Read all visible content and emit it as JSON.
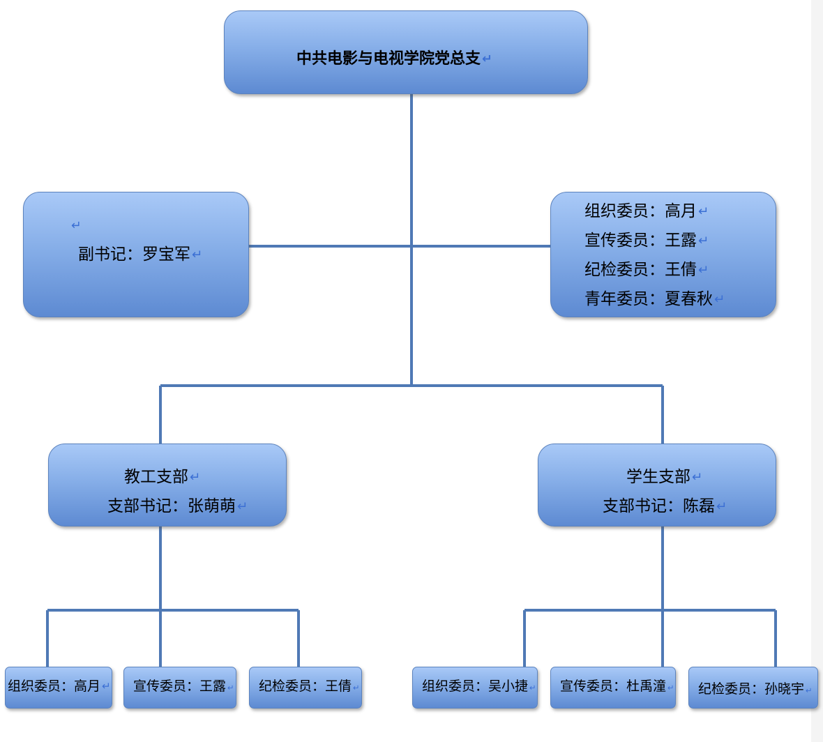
{
  "paragraph_mark": "↵",
  "root": {
    "title": "中共电影与电视学院党总支"
  },
  "deputy": {
    "label": "副书记：罗宝军"
  },
  "committee": {
    "lines": [
      "组织委员：高月",
      "宣传委员：王露",
      "纪检委员：王倩",
      "青年委员：夏春秋"
    ]
  },
  "faculty_branch": {
    "name": "教工支部",
    "secretary": "支部书记：张萌萌",
    "members": [
      "组织委员：高月",
      "宣传委员：王露",
      "纪检委员：王倩"
    ]
  },
  "student_branch": {
    "name": "学生支部",
    "secretary": "支部书记：陈磊",
    "members": [
      "组织委员：吴小捷",
      "宣传委员：杜禹潼",
      "纪检委员：孙晓宇"
    ]
  },
  "colors": {
    "box_top": "#a9c9f7",
    "box_bottom": "#5d8ad2",
    "border": "#5b82bd",
    "connector": "#4f79b5",
    "paragraph_mark": "#3b6fd4"
  }
}
